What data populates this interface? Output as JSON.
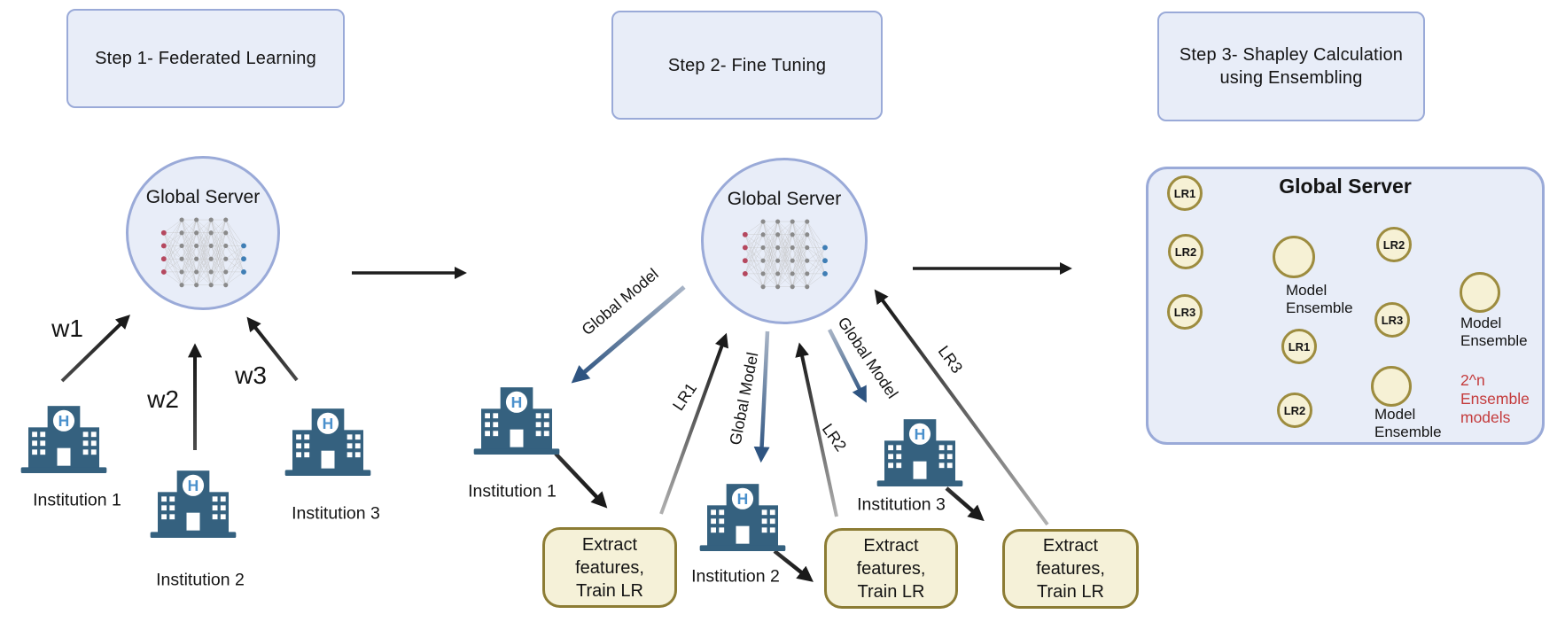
{
  "colors": {
    "panel_fill": "#e8edf8",
    "panel_border": "#9aaad8",
    "hospital_blue": "#35617f",
    "hospital_h_blue": "#4a90cc",
    "extract_fill": "#f5f1d8",
    "extract_border": "#8c7c34",
    "ensemble_fill": "#f6f1d5",
    "ensemble_border": "#9d8c3f",
    "arrow_blue": "#2e5481",
    "arrow_blue_light": "#a8b4c6",
    "note_red": "#c43b3c",
    "node_red": "#b5485f",
    "node_gray": "#8a8a8a",
    "node_blue": "#3f7eb5"
  },
  "step1": {
    "title": "Step 1- Federated Learning",
    "server_label": "Global Server",
    "weights": [
      "w1",
      "w2",
      "w3"
    ],
    "institutions": [
      "Institution 1",
      "Institution 2",
      "Institution 3"
    ]
  },
  "step2": {
    "title": "Step 2- Fine Tuning",
    "server_label": "Global Server",
    "arrow_labels": {
      "global_model": "Global Model",
      "lr1": "LR1",
      "lr2": "LR2",
      "lr3": "LR3"
    },
    "institutions": [
      "Institution 1",
      "Institution 2",
      "Institution 3"
    ],
    "extract_label": "Extract\nfeatures,\nTrain LR"
  },
  "step3": {
    "title": "Step 3- Shapley Calculation\nusing Ensembling",
    "server_label": "Global Server",
    "clusters": [
      {
        "inputs": [
          "LR1",
          "LR2",
          "LR3"
        ],
        "output_label": "Model\nEnsemble"
      },
      {
        "inputs": [
          "LR2",
          "LR3"
        ],
        "output_label": "Model\nEnsemble"
      },
      {
        "inputs": [
          "LR1",
          "LR2"
        ],
        "output_label": "Model\nEnsemble"
      }
    ],
    "note": "2^n\nEnsemble\nmodels"
  }
}
